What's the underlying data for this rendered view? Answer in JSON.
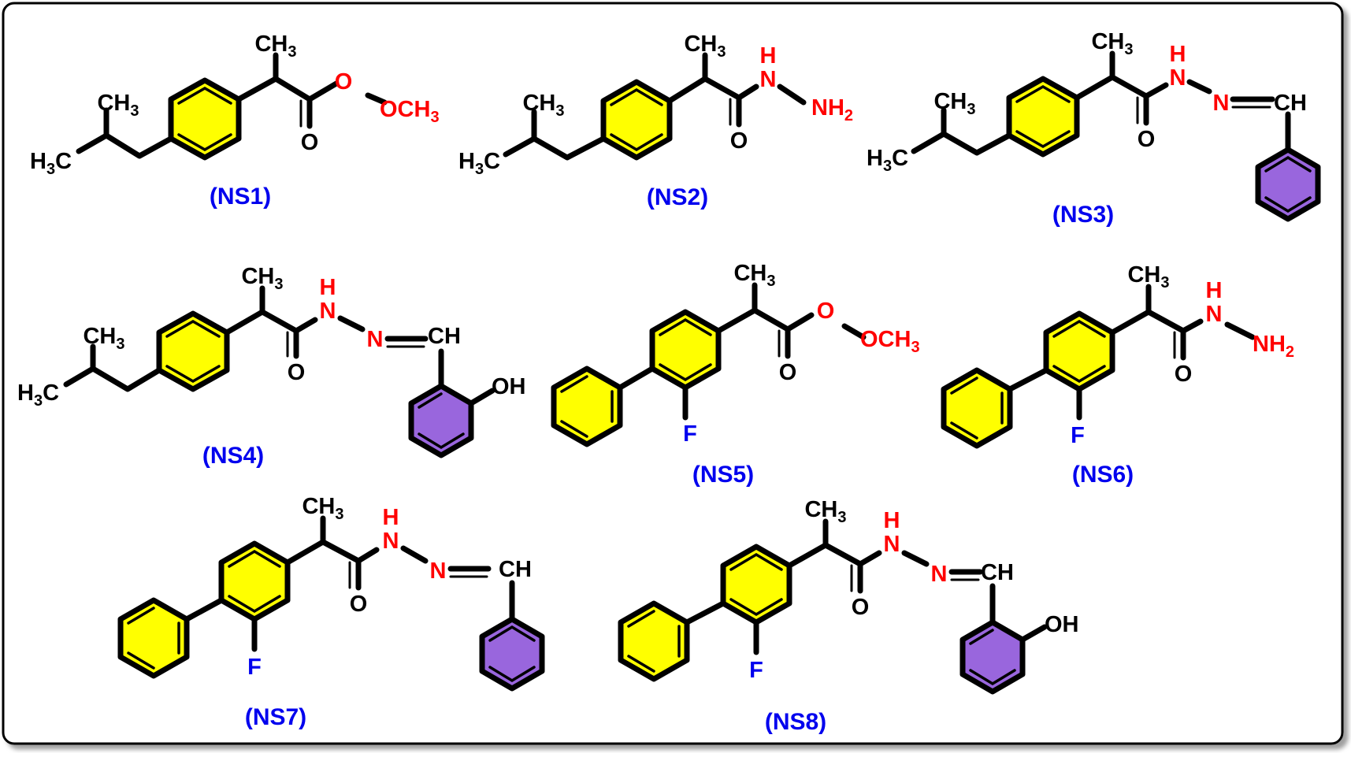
{
  "compounds": [
    {
      "id": "NS1",
      "caption": "(NS1)",
      "labels": {
        "ch3": "CH3",
        "h3c": "H3C",
        "ch3_iso": "CH3",
        "o_carbonyl": "O",
        "o_ester": "O",
        "och3": "OCH3"
      }
    },
    {
      "id": "NS2",
      "caption": "(NS2)",
      "labels": {
        "ch3": "CH3",
        "h3c": "H3C",
        "ch3_iso": "CH3",
        "o_carbonyl": "O",
        "nh": "H",
        "n1": "N",
        "nh2": "NH2"
      }
    },
    {
      "id": "NS3",
      "caption": "(NS3)",
      "labels": {
        "ch3": "CH3",
        "h3c": "H3C",
        "ch3_iso": "CH3",
        "o_carbonyl": "O",
        "nh": "H",
        "n1": "N",
        "n2": "N",
        "ch": "CH"
      }
    },
    {
      "id": "NS4",
      "caption": "(NS4)",
      "labels": {
        "ch3": "CH3",
        "h3c": "H3C",
        "ch3_iso": "CH3",
        "o_carbonyl": "O",
        "nh": "H",
        "n1": "N",
        "n2": "N",
        "ch": "CH",
        "oh": "OH"
      }
    },
    {
      "id": "NS5",
      "caption": "(NS5)",
      "labels": {
        "ch3": "CH3",
        "o_carbonyl": "O",
        "o_ester": "O",
        "och3": "OCH3",
        "f": "F"
      }
    },
    {
      "id": "NS6",
      "caption": "(NS6)",
      "labels": {
        "ch3": "CH3",
        "o_carbonyl": "O",
        "nh": "H",
        "n1": "N",
        "nh2": "NH2",
        "f": "F"
      }
    },
    {
      "id": "NS7",
      "caption": "(NS7)",
      "labels": {
        "ch3": "CH3",
        "o_carbonyl": "O",
        "nh": "H",
        "n1": "N",
        "n2": "N",
        "ch": "CH",
        "f": "F"
      }
    },
    {
      "id": "NS8",
      "caption": "(NS8)",
      "labels": {
        "ch3": "CH3",
        "o_carbonyl": "O",
        "nh": "H",
        "n1": "N",
        "n2": "N",
        "ch": "CH",
        "oh": "OH",
        "f": "F"
      }
    }
  ],
  "colors": {
    "primary_ring": "#ffff00",
    "aldehyde_ring": "#9966dd",
    "heteroatom": "#ff0000",
    "caption": "#0000ee",
    "fluorine": "#0000ee"
  }
}
